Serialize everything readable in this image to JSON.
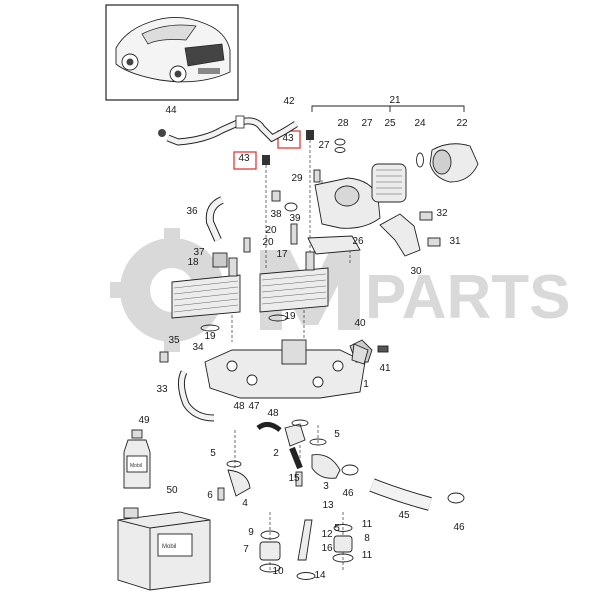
{
  "watermark": {
    "text": "PARTS",
    "color": "#d4d4d4"
  },
  "colors": {
    "line": "#222222",
    "highlight": "#e53935",
    "part_fill": "#ececec",
    "dark_fill": "#555555"
  },
  "parts": [
    {
      "num": "1"
    },
    {
      "num": "2"
    },
    {
      "num": "3"
    },
    {
      "num": "4"
    },
    {
      "num": "5"
    },
    {
      "num": "5"
    },
    {
      "num": "5"
    },
    {
      "num": "6"
    },
    {
      "num": "7"
    },
    {
      "num": "8"
    },
    {
      "num": "9"
    },
    {
      "num": "10"
    },
    {
      "num": "11"
    },
    {
      "num": "11"
    },
    {
      "num": "12"
    },
    {
      "num": "13"
    },
    {
      "num": "14"
    },
    {
      "num": "15"
    },
    {
      "num": "16"
    },
    {
      "num": "17"
    },
    {
      "num": "18"
    },
    {
      "num": "19"
    },
    {
      "num": "19"
    },
    {
      "num": "20"
    },
    {
      "num": "20"
    },
    {
      "num": "21"
    },
    {
      "num": "22"
    },
    {
      "num": "24"
    },
    {
      "num": "25"
    },
    {
      "num": "26"
    },
    {
      "num": "27"
    },
    {
      "num": "27"
    },
    {
      "num": "28"
    },
    {
      "num": "29"
    },
    {
      "num": "30"
    },
    {
      "num": "31"
    },
    {
      "num": "32"
    },
    {
      "num": "33"
    },
    {
      "num": "34"
    },
    {
      "num": "35"
    },
    {
      "num": "36"
    },
    {
      "num": "37"
    },
    {
      "num": "38"
    },
    {
      "num": "39"
    },
    {
      "num": "40"
    },
    {
      "num": "41"
    },
    {
      "num": "42"
    },
    {
      "num": "43"
    },
    {
      "num": "43"
    },
    {
      "num": "44"
    },
    {
      "num": "45"
    },
    {
      "num": "46"
    },
    {
      "num": "46"
    },
    {
      "num": "47"
    },
    {
      "num": "48"
    },
    {
      "num": "48"
    },
    {
      "num": "49"
    },
    {
      "num": "50"
    }
  ],
  "product_labels": {
    "bottle_small": "Mobil",
    "canister": "Mobil"
  }
}
